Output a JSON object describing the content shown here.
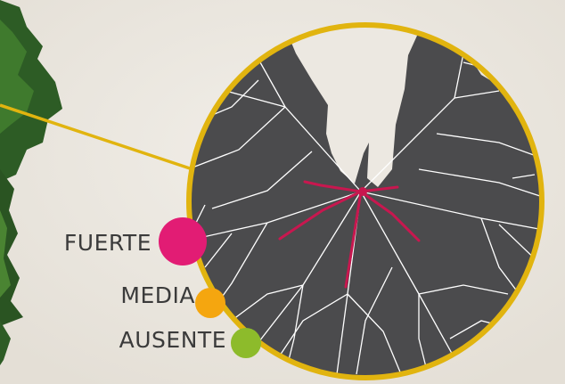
{
  "legend": {
    "items": [
      {
        "label": "FUERTE",
        "color": "#e21c74"
      },
      {
        "label": "MEDIA",
        "color": "#f5a60f"
      },
      {
        "label": "AUSENTE",
        "color": "#8dbb2b"
      }
    ]
  },
  "colors": {
    "background": "#ece8e1",
    "lens_ring": "#e1b40f",
    "leaf": "#4b4b4d",
    "vein": "#ffffff",
    "main_vein": "#c8174f",
    "plant": "#2a5a24"
  }
}
